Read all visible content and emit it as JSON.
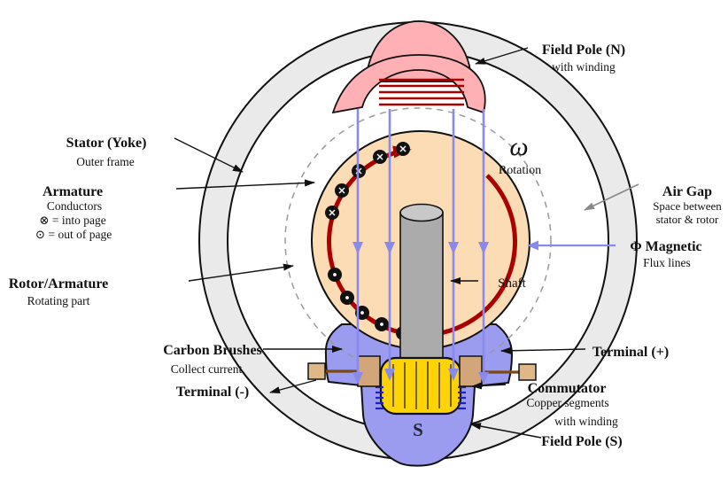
{
  "diagram": {
    "labels": {
      "stator": {
        "title": "Stator (Yoke)",
        "subtitle": "Outer frame"
      },
      "armature": {
        "title": "Armature",
        "line2": "Conductors",
        "line3": "⊗ = into page",
        "line4": "⊙ = out of page"
      },
      "rotor": {
        "title": "Rotor/Armature",
        "subtitle": "Rotating part"
      },
      "carbon_brushes": {
        "title": "Carbon Brushes",
        "subtitle": "Collect current"
      },
      "terminal_minus": {
        "title": "Terminal (-)"
      },
      "field_pole_n": {
        "title": "Field Pole (N)",
        "subtitle": "with winding"
      },
      "rotation": {
        "symbol": "ω",
        "subtitle": "Rotation"
      },
      "air_gap": {
        "title": "Air Gap",
        "line2": "Space between",
        "line3": "stator & rotor"
      },
      "magnetic_flux": {
        "title": "Φ Magnetic",
        "subtitle": "Flux lines"
      },
      "shaft": {
        "title": "Shaft"
      },
      "terminal_plus": {
        "title": "Terminal (+)"
      },
      "commutator": {
        "title": "Commutator",
        "subtitle": "Copper segments"
      },
      "field_pole_s": {
        "line1": "with winding",
        "title": "Field Pole (S)"
      },
      "south_pole_letter": "S"
    },
    "colors": {
      "stator_ring": "#EAEAEA",
      "rotor_body": "#FBDCB4",
      "field_pole_n": "#FFB0B4",
      "field_pole_s": "#9B9BEF",
      "commutator": "#FFD304",
      "brush": "#D2A678",
      "terminal": "#DEB887",
      "shaft": "#ABABAB",
      "flux_line": "#8A8AEC",
      "rotation_arc": "#AA0000",
      "winding_n": "#AA0000",
      "winding_s": "#2222BB",
      "air_gap_text": "#808080",
      "flux_text": "#5A5AEE",
      "rotation_text": "#AA0011"
    }
  }
}
